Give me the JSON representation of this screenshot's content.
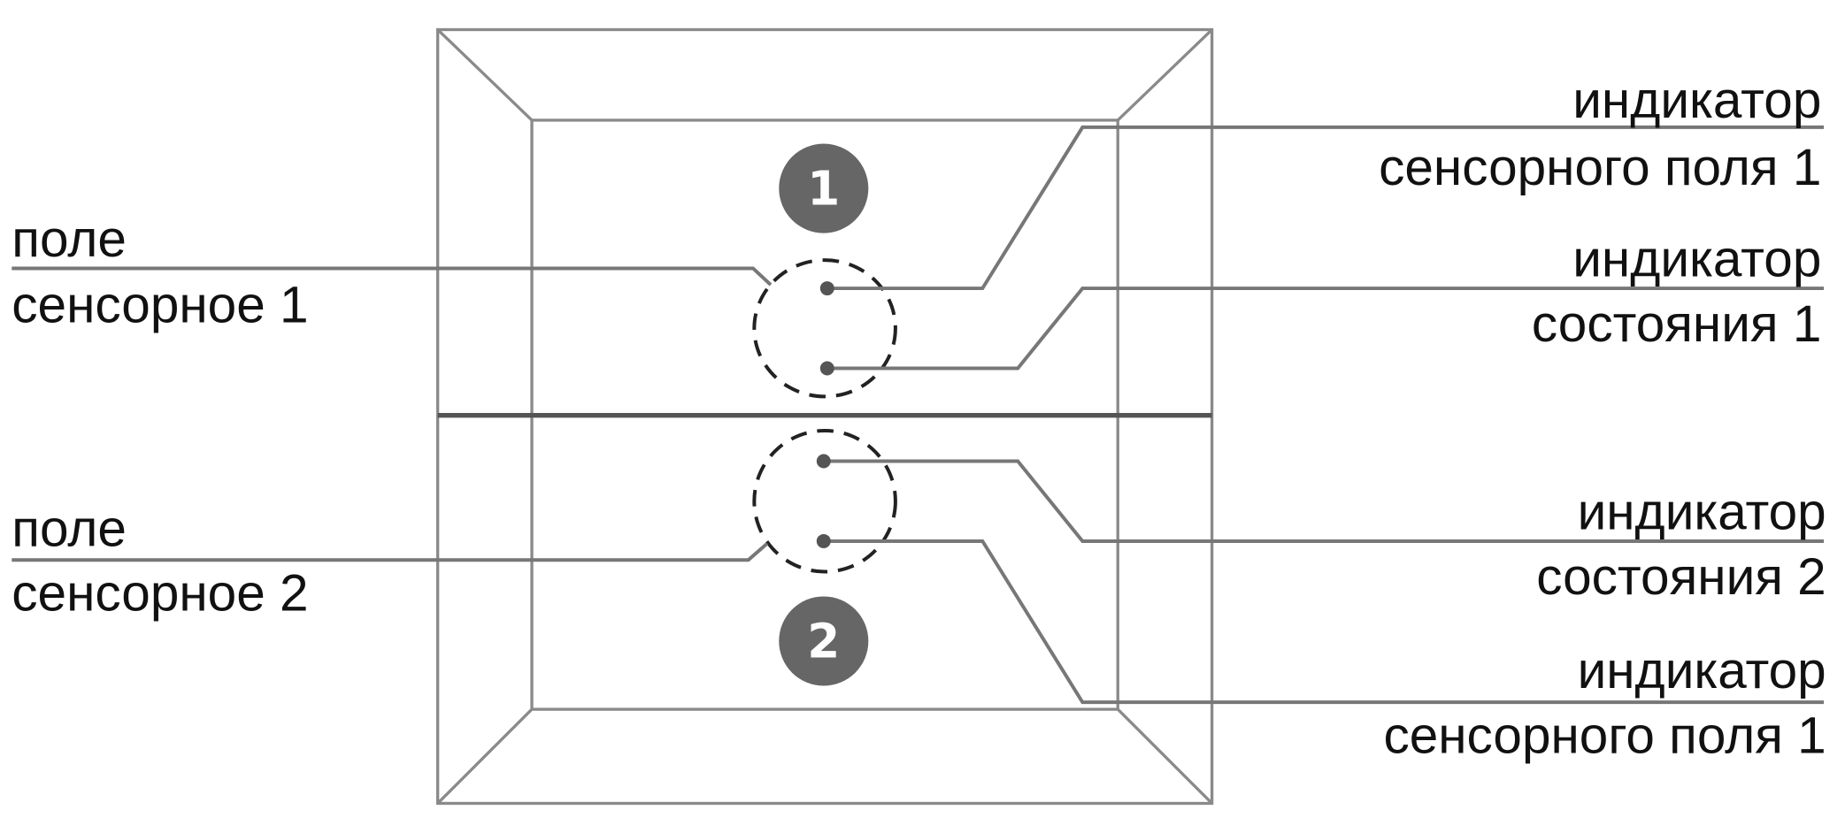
{
  "badges": [
    "1",
    "2"
  ],
  "left_labels": [
    {
      "line1": "поле",
      "line2": "сенсорное 1"
    },
    {
      "line1": "поле",
      "line2": "сенсорное 2"
    }
  ],
  "right_labels": [
    {
      "line1": "индикатор",
      "line2": "сенсорного поля 1"
    },
    {
      "line1": "индикатор",
      "line2": "состояния 1"
    },
    {
      "line1": "индикатор",
      "line2": "состояния 2"
    },
    {
      "line1": "индикатор",
      "line2": "сенсорного поля 1"
    }
  ],
  "colors": {
    "badge": "#666666",
    "frame": "#8a8a8a",
    "text": "#111111"
  }
}
